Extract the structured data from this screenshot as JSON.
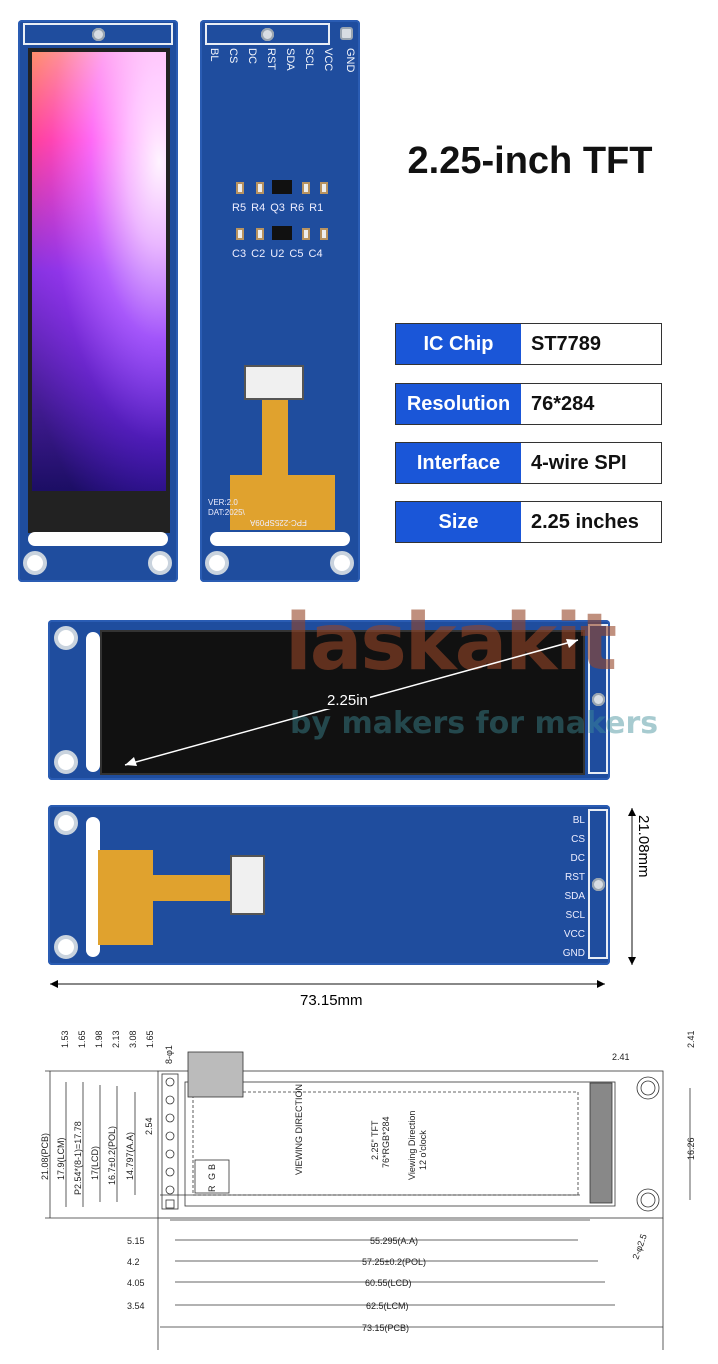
{
  "title": "2.25-inch TFT",
  "pins": [
    "BL",
    "CS",
    "DC",
    "RST",
    "SDA",
    "SCL",
    "VCC",
    "GND"
  ],
  "components": {
    "row1": [
      "R5",
      "R4",
      "Q3",
      "R6",
      "R1"
    ],
    "row2": [
      "C3",
      "C2",
      "U2",
      "C5",
      "C4"
    ]
  },
  "silkscreen": {
    "version": "VER:2.0",
    "date": "DAT:2025\\",
    "fpc_code": "FPC-225SP09A"
  },
  "specs": [
    {
      "label": "IC Chip",
      "value": "ST7789"
    },
    {
      "label": "Resolution",
      "value": "76*284"
    },
    {
      "label": "Interface",
      "value": "4-wire SPI"
    },
    {
      "label": "Size",
      "value": "2.25 inches"
    }
  ],
  "diagonal_label": "2.25in",
  "watermark": {
    "brand": "laskakit",
    "tagline": "by makers for makers"
  },
  "dimensions": {
    "height": "21.08mm",
    "width": "73.15mm"
  },
  "drawing": {
    "left_dims": [
      "1.53",
      "1.65",
      "1.98",
      "2.13",
      "3.08",
      "1.65"
    ],
    "vertical_dims": [
      "21.08(PCB)",
      "17.9(LCM)",
      "P2.54*(8-1)=17.78",
      "17(LCD)",
      "16.7±0.2(POL)",
      "14.797(A.A)"
    ],
    "pin_hole": "8-φ1",
    "pitch": "2.54",
    "viewing_direction": "VIEWING DIRECTION",
    "rgb": [
      "R",
      "G",
      "B"
    ],
    "center_text": [
      "2.25\" TFT",
      "76*RGB*284",
      "Viewing Direction",
      "12 o'clock"
    ],
    "offsets": [
      "5.15",
      "4.2",
      "4.05",
      "3.54"
    ],
    "lengths": [
      "55.295(A.A)",
      "57.25±0.2(POL)",
      "60.55(LCD)",
      "62.5(LCM)",
      "73.15(PCB)"
    ],
    "right_dims": [
      "2.41",
      "2.41",
      "16.26"
    ],
    "mount_holes": "2-φ2.5"
  },
  "colors": {
    "pcb": "#1f4d9e",
    "spec_label": "#1a56d8",
    "fpc": "#e0a22e"
  }
}
